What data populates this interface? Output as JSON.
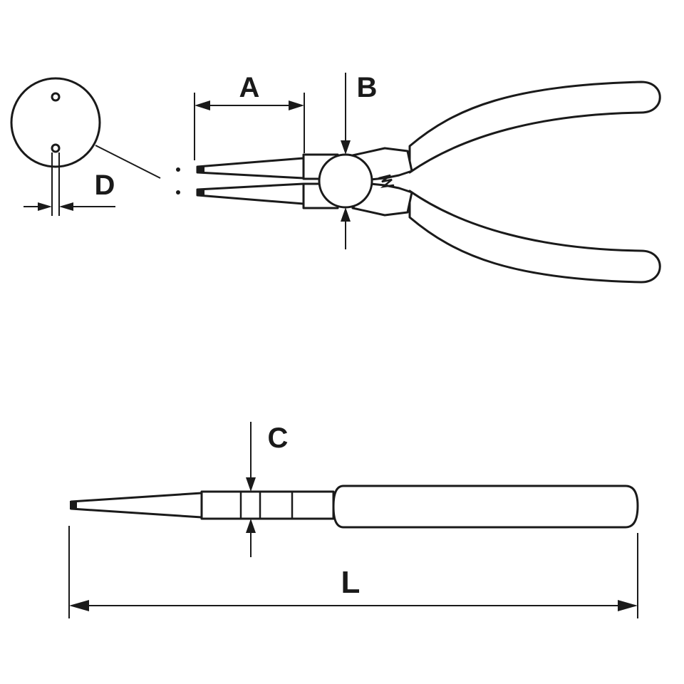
{
  "diagram": {
    "labels": {
      "a": "A",
      "b": "B",
      "c": "C",
      "d": "D",
      "l": "L"
    },
    "colors": {
      "stroke": "#1a1a1a",
      "fill": "#ffffff"
    }
  }
}
